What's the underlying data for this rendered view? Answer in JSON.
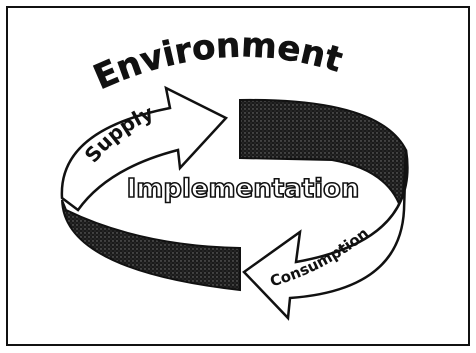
{
  "diagram": {
    "title": "Environment",
    "center_label": "Implementation",
    "arrow_top_label": "Supply",
    "arrow_bottom_label": "Consumption"
  },
  "colors": {
    "ink": "#111111",
    "dark_fill": "#2a2a2a",
    "light_fill": "#ffffff",
    "frame": "#111111"
  }
}
